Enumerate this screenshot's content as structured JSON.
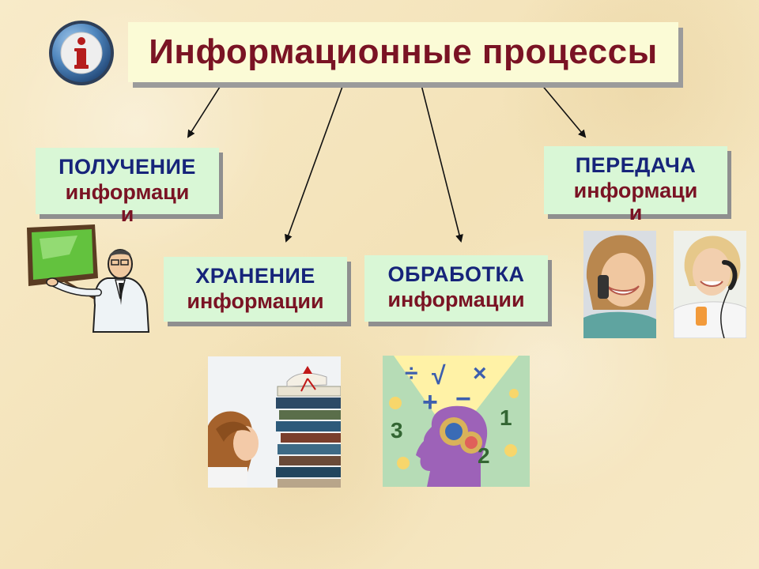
{
  "title": "Информационные процессы",
  "icon": "info-icon",
  "nodes": {
    "receive": {
      "line1": "ПОЛУЧЕНИЕ",
      "line2": "информаци",
      "line3": "и"
    },
    "store": {
      "line1": "ХРАНЕНИЕ",
      "line2": "информации"
    },
    "process": {
      "line1": "ОБРАБОТКА",
      "line2": "информации"
    },
    "transmit": {
      "line1": "ПЕРЕДАЧА",
      "line2": "информаци",
      "line3": "и"
    }
  },
  "process_image": {
    "symbols": [
      "÷",
      "√",
      "×",
      "+",
      "−"
    ],
    "digits": [
      "1",
      "2",
      "3"
    ]
  },
  "colors": {
    "title_bg": "#fbfbd6",
    "box_bg": "#d9f7d6",
    "heading": "#16247a",
    "accent": "#7a1324"
  }
}
